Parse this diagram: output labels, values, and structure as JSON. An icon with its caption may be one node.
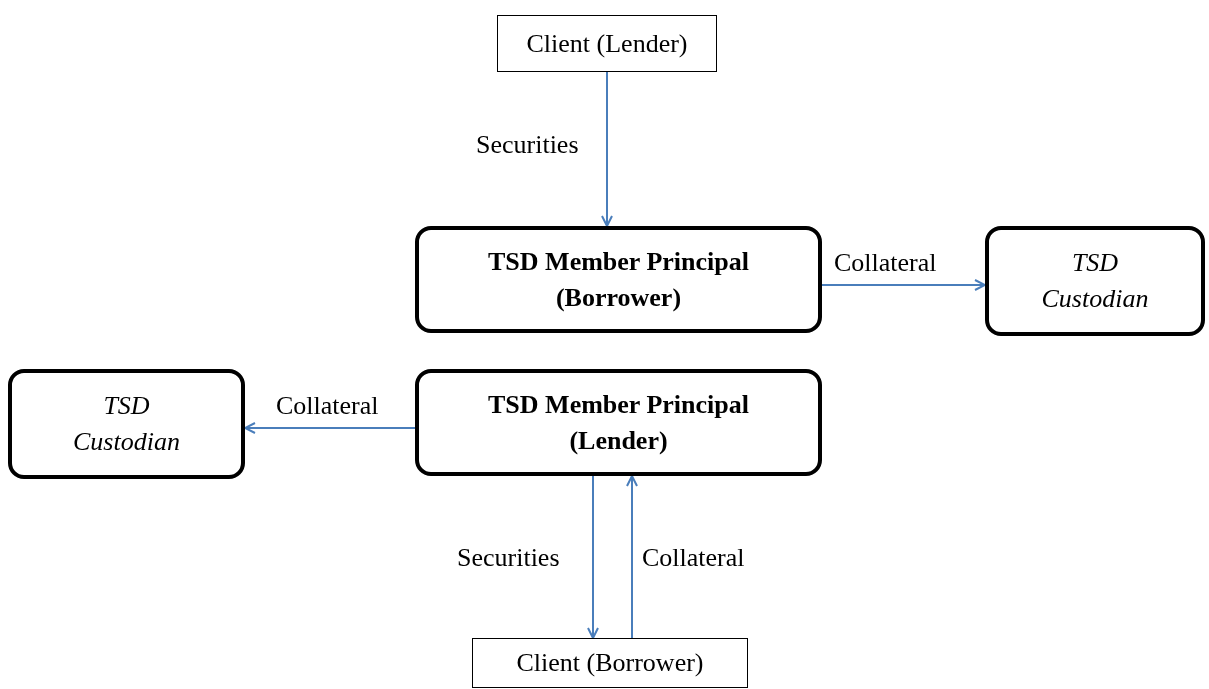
{
  "diagram": {
    "nodes": [
      {
        "text": [
          "Client (Lender)"
        ]
      },
      {
        "text": [
          "TSD Member Principal (Borrower)"
        ]
      },
      {
        "text": [
          "TSD Custodian"
        ]
      },
      {
        "text": [
          "TSD Custodian"
        ]
      },
      {
        "text": [
          "TSD Member Principal (Lender)"
        ]
      },
      {
        "text": [
          "Client (Borrower)"
        ]
      }
    ],
    "edges": [
      {
        "from": 0,
        "to": 1,
        "arrow": "to",
        "label": "Securities"
      },
      {
        "from": 1,
        "to": 2,
        "arrow": "to",
        "label": "Collateral"
      },
      {
        "from": 4,
        "to": 3,
        "arrow": "to",
        "label": "Collateral"
      },
      {
        "from": 4,
        "to": 5,
        "arrow": "to",
        "label": "Securities"
      },
      {
        "from": 5,
        "to": 4,
        "arrow": "to",
        "label": "Collateral"
      }
    ]
  }
}
